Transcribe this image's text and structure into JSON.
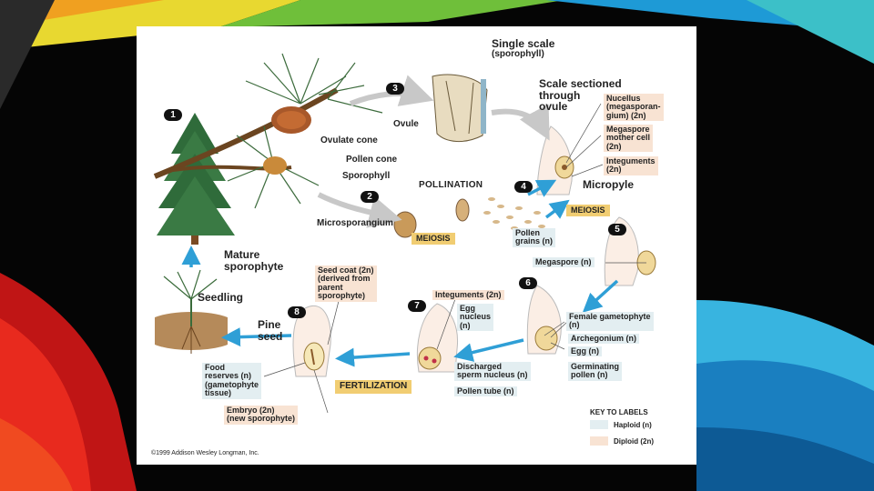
{
  "steps": [
    "1",
    "2",
    "3",
    "4",
    "5",
    "6",
    "7",
    "8"
  ],
  "labels": {
    "single_scale": "Single scale",
    "sporophyll_paren": "(sporophyll)",
    "scale_sectioned": "Scale sectioned",
    "through": "through",
    "ovule_lc": "ovule",
    "nucellus_1": "Nucellus",
    "nucellus_2": "(megasporan-",
    "nucellus_3": "gium) (2n)",
    "megaspore_mother_1": "Megaspore",
    "megaspore_mother_2": "mother cell",
    "megaspore_mother_3": "(2n)",
    "integuments_top_1": "Integuments",
    "integuments_top_2": "(2n)",
    "ovule": "Ovule",
    "ovulate_cone": "Ovulate cone",
    "pollen_cone": "Pollen cone",
    "sporophyll": "Sporophyll",
    "pollination": "POLLINATION",
    "micropyle": "Micropyle",
    "microsporangium": "Microsporangium",
    "meiosis_left": "MEIOSIS",
    "meiosis_right": "MEIOSIS",
    "pollen_grains_1": "Pollen",
    "pollen_grains_2": "grains (n)",
    "megaspore": "Megaspore (n)",
    "mature_1": "Mature",
    "mature_2": "sporophyte",
    "seed_coat_1": "Seed coat (2n)",
    "seed_coat_2": "(derived from",
    "seed_coat_3": "parent",
    "seed_coat_4": "sporophyte)",
    "seedling": "Seedling",
    "integuments_mid": "Integuments (2n)",
    "egg_nucleus_1": "Egg",
    "egg_nucleus_2": "nucleus",
    "egg_nucleus_3": "(n)",
    "female_gametophyte_1": "Female gametophyte",
    "female_gametophyte_2": "(n)",
    "archegonium": "Archegonium (n)",
    "egg": "Egg (n)",
    "germinating_1": "Germinating",
    "germinating_2": "pollen (n)",
    "pine_seed_1": "Pine",
    "pine_seed_2": "seed",
    "food_1": "Food",
    "food_2": "reserves (n)",
    "food_3": "(gametophyte",
    "food_4": "tissue)",
    "discharged_1": "Discharged",
    "discharged_2": "sperm nucleus (n)",
    "pollen_tube": "Pollen tube (n)",
    "fertilization": "FERTILIZATION",
    "embryo_1": "Embryo (2n)",
    "embryo_2": "(new sporophyte)"
  },
  "key": {
    "title": "KEY TO LABELS",
    "haploid": "Haploid (n)",
    "diploid": "Diploid (2n)",
    "haploid_color": "#e3eef1",
    "diploid_color": "#f8e3d3"
  },
  "copyright": "©1999 Addison Wesley Longman, Inc.",
  "colors": {
    "arrow_blue": "#2f9fd6",
    "meiosis_gold": "#f1cd72",
    "tree_green": "#2f6b3a"
  }
}
